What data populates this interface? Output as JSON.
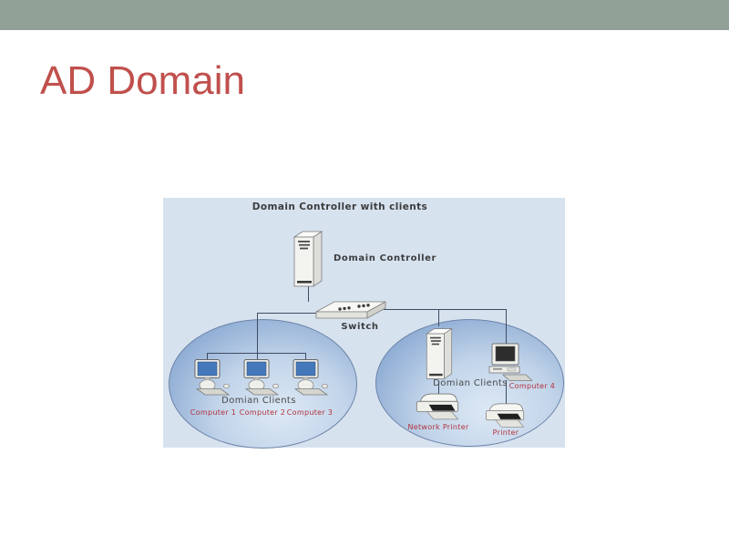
{
  "colors": {
    "header_bar": "#92A198",
    "title_red": "#C0504D",
    "diagram_bg": "#D7E2EF",
    "connector": "#3E4C63",
    "diagram_text": "#3C3C3C",
    "group_text": "#4A4A4A",
    "label_red": "#B2333C",
    "screen_blue": "#4577BB",
    "ellipse_light": "#DCE8F5",
    "ellipse_dark": "#7495C6"
  },
  "slide": {
    "title": "AD Domain"
  },
  "diagram": {
    "title": "Domain Controller with clients",
    "domain_controller": {
      "label": "Domain Controller"
    },
    "switch": {
      "label": "Switch"
    },
    "left_group": {
      "label": "Domian Clients",
      "computers": [
        "Computer 1",
        "Computer 2",
        "Computer 3"
      ]
    },
    "right_group": {
      "label": "Domian Clients",
      "computer": "Computer 4",
      "network_printer": "Network Printer",
      "printer": "Printer"
    }
  }
}
